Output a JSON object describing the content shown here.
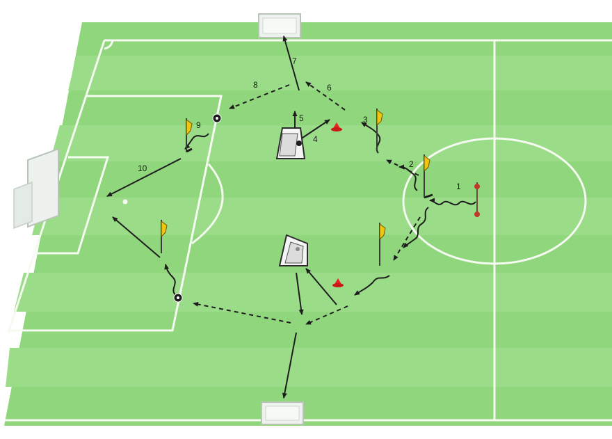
{
  "diagram": {
    "colors": {
      "pitch": "#8fd67c",
      "stripe": "#9bdc88",
      "line": "#f6fbf2",
      "arrow": "#1d1d1d",
      "flag": "#f1c40f",
      "cone": "#e8231f",
      "goal": "#eef2ee"
    },
    "step_labels": [
      "1",
      "2",
      "3",
      "4",
      "5",
      "6",
      "7",
      "8",
      "9",
      "10"
    ],
    "icons": [
      "flag-icon",
      "cone-icon",
      "ball-icon",
      "mannequin-icon",
      "goal-icon",
      "pole-icon"
    ]
  }
}
